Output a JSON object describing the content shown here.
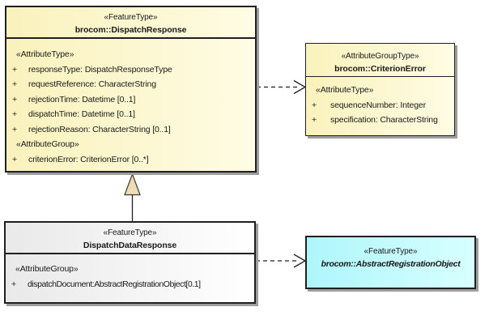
{
  "colors": {
    "class_fill_yellow_left": "#faf2bc",
    "class_fill_yellow_right": "#fefce4",
    "class_fill_gray_left": "#e9e9e9",
    "class_fill_gray_right": "#ffffff",
    "class_fill_cyan_left": "#aef6fb",
    "class_fill_cyan_right": "#d8ffff",
    "border": "#202020",
    "shadow": "#9e9e9e",
    "generalization_triangle_fill": "#f0dcb4"
  },
  "classes": [
    {
      "stereotype": "«FeatureType»",
      "name": "brocom::DispatchResponse",
      "sections": [
        {
          "heading": "«AttributeType»",
          "attributes": [
            {
              "vis": "+",
              "text": "responseType: DispatchResponseType"
            },
            {
              "vis": "+",
              "text": "requestReference: CharacterString"
            },
            {
              "vis": "+",
              "text": "rejectionTime: Datetime [0..1]"
            },
            {
              "vis": "+",
              "text": "dispatchTime: Datetime [0..1]"
            },
            {
              "vis": "+",
              "text": "rejectionReason: CharacterString [0..1]"
            }
          ]
        },
        {
          "heading": "«AttributeGroup»",
          "attributes": [
            {
              "vis": "+",
              "text": "criterionError: CriterionError [0..*]"
            }
          ]
        }
      ]
    },
    {
      "stereotype": "«AttributeGroupType»",
      "name": "brocom::CriterionError",
      "sections": [
        {
          "heading": "«AttributeType»",
          "attributes": [
            {
              "vis": "+",
              "text": "sequenceNumber: Integer"
            },
            {
              "vis": "+",
              "text": "specification: CharacterString"
            }
          ]
        }
      ]
    },
    {
      "stereotype": "«FeatureType»",
      "name": "DispatchDataResponse",
      "sections": [
        {
          "heading": "«AttributeGroup»",
          "attributes": [
            {
              "vis": "+",
              "text": "dispatchDocument:AbstractRegistrationObject[0.1]"
            }
          ]
        }
      ]
    },
    {
      "stereotype": "«FeatureType»",
      "name": "brocom::AbstractRegistrationObject"
    }
  ],
  "relationships": [
    {
      "type": "generalization",
      "from": "DispatchDataResponse",
      "to": "brocom::DispatchResponse",
      "line": "solid",
      "arrow": "hollow-triangle"
    },
    {
      "type": "dependency",
      "from": "brocom::DispatchResponse",
      "to": "brocom::CriterionError",
      "line": "dashed",
      "arrow": "open"
    },
    {
      "type": "dependency",
      "from": "DispatchDataResponse",
      "to": "brocom::AbstractRegistrationObject",
      "line": "dashed",
      "arrow": "open"
    }
  ]
}
